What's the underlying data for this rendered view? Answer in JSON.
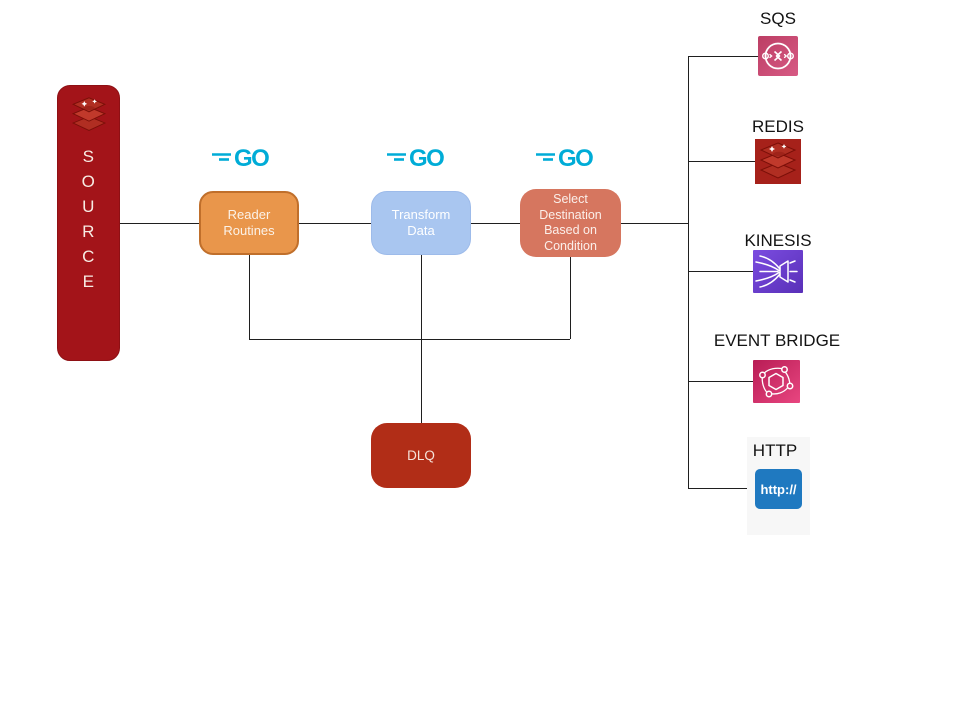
{
  "source": {
    "label": "S\nO\nU\nR\nC\nE"
  },
  "go_logo": {
    "text": "GO"
  },
  "stages": [
    {
      "label": "Reader\nRoutines"
    },
    {
      "label": "Transform\nData"
    },
    {
      "label": "Select\nDestination\nBased on\nCondition"
    }
  ],
  "dlq": {
    "label": "DLQ"
  },
  "destinations": [
    {
      "name": "SQS"
    },
    {
      "name": "REDIS"
    },
    {
      "name": "KINESIS"
    },
    {
      "name": "EVENT BRIDGE"
    },
    {
      "name": "HTTP",
      "icon_text": "http://"
    }
  ],
  "colors": {
    "source_fill": "#A31419",
    "reader_fill": "#E9964B",
    "reader_border": "#C06F2B",
    "transform_fill": "#A9C6F0",
    "select_fill": "#D6765F",
    "dlq_fill": "#B12D17",
    "go_teal": "#00ACD7",
    "sqs_pink": "#C74B74",
    "redis_red": "#A6211A",
    "kinesis_purple": "#6C3FD0",
    "eventbridge_pink": "#D62E6E",
    "http_blue": "#1F79C0",
    "connector": "#1F1F1F"
  }
}
